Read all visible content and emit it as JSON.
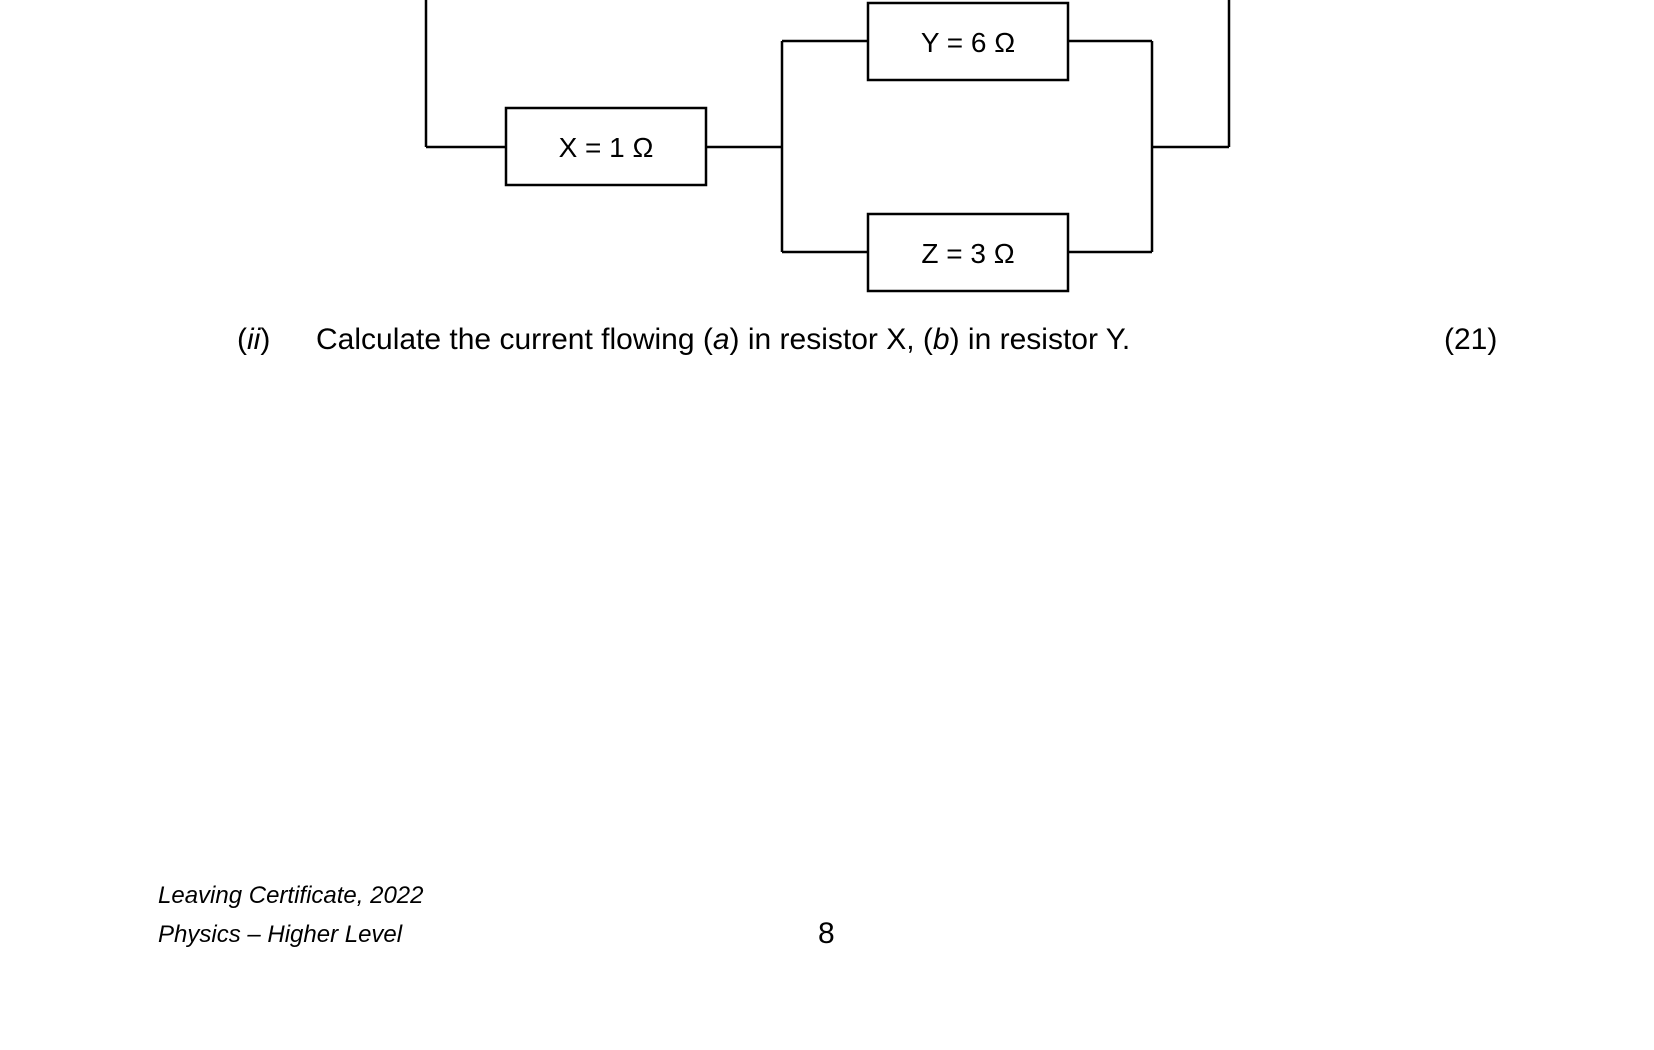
{
  "circuit": {
    "resistors": [
      {
        "id": "X",
        "label": "X = 1 Ω",
        "resistance_ohms": 1
      },
      {
        "id": "Y",
        "label": "Y = 6 Ω",
        "resistance_ohms": 6
      },
      {
        "id": "Z",
        "label": "Z = 3 Ω",
        "resistance_ohms": 3
      }
    ]
  },
  "question": {
    "number_open": "(",
    "number_roman": "ii",
    "number_close": ")",
    "text_1": "Calculate the current flowing (",
    "text_a": "a",
    "text_2": ") in resistor X, (",
    "text_b": "b",
    "text_3": ") in resistor Y.",
    "marks": "(21)"
  },
  "footer": {
    "exam": "Leaving Certificate, 2022",
    "subject": "Physics – Higher Level",
    "page_number": "8"
  }
}
